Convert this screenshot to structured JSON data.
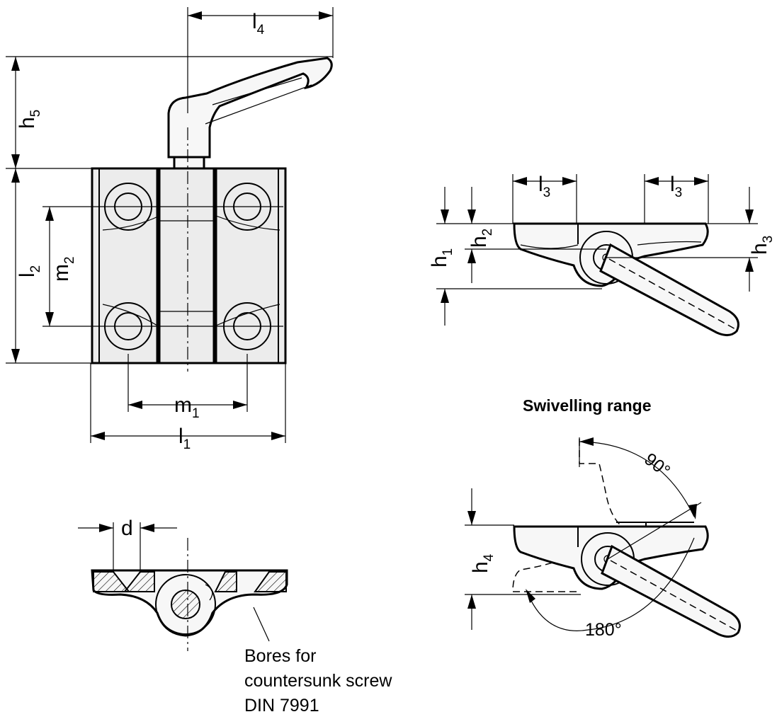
{
  "labels": {
    "l4": {
      "main": "l",
      "sub": "4"
    },
    "h5": {
      "main": "h",
      "sub": "5"
    },
    "l2": {
      "main": "l",
      "sub": "2"
    },
    "m2": {
      "main": "m",
      "sub": "2"
    },
    "m1": {
      "main": "m",
      "sub": "1"
    },
    "l1": {
      "main": "l",
      "sub": "1"
    },
    "l3a": {
      "main": "l",
      "sub": "3"
    },
    "l3b": {
      "main": "l",
      "sub": "3"
    },
    "h1": {
      "main": "h",
      "sub": "1"
    },
    "h2": {
      "main": "h",
      "sub": "2"
    },
    "h3": {
      "main": "h",
      "sub": "3"
    },
    "h4": {
      "main": "h",
      "sub": "4"
    },
    "d": "d"
  },
  "swivelling_range": {
    "title": "Swivelling range",
    "angle_small": "90°",
    "angle_large": "180°"
  },
  "note": {
    "line1": "Bores for",
    "line2": "countersunk screw",
    "line3": "DIN 7991"
  }
}
